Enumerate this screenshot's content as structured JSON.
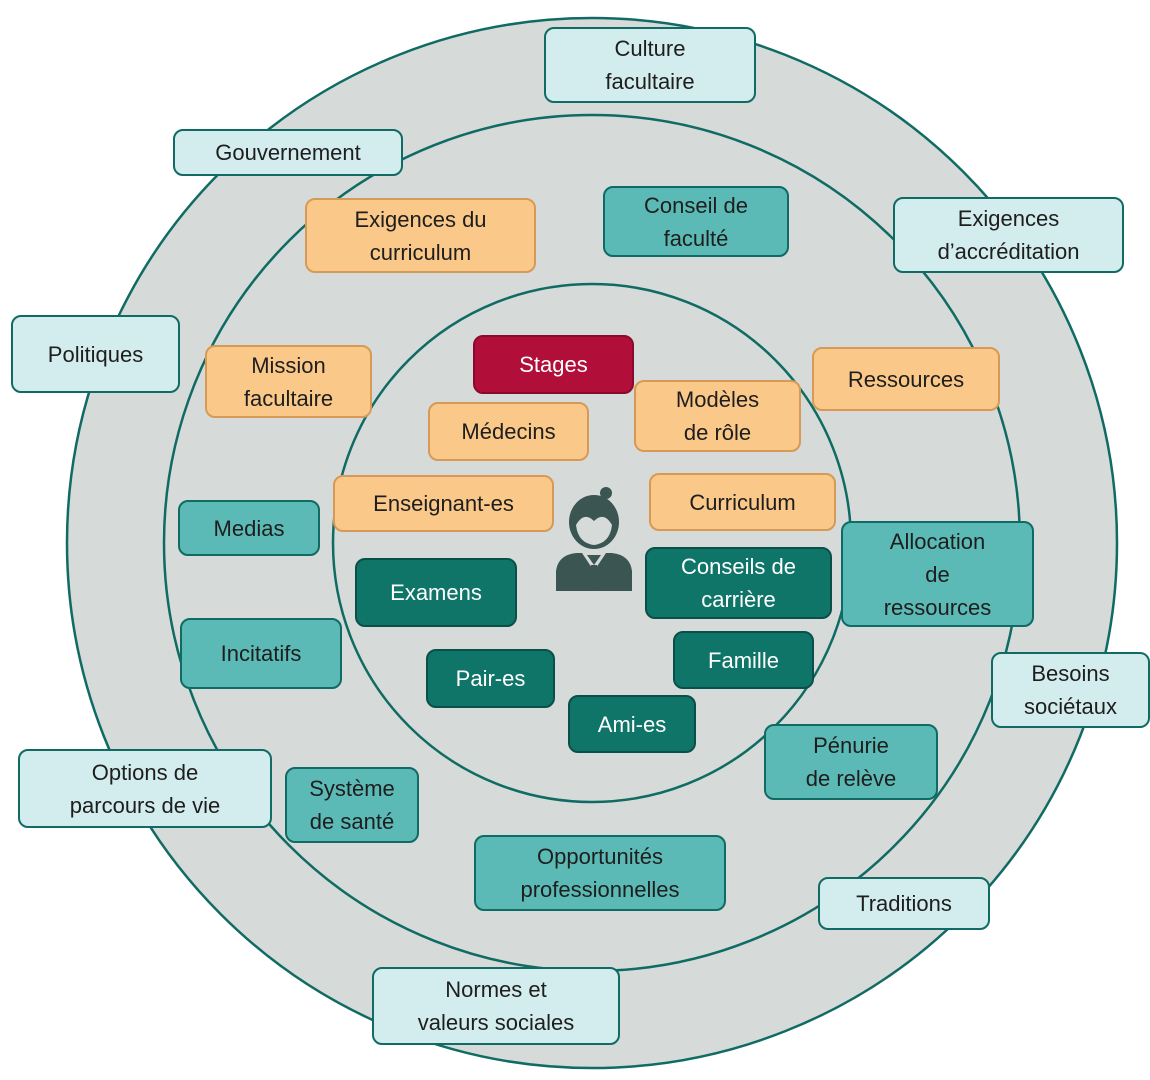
{
  "colors": {
    "outer_label_bg": "#d3eced",
    "teal_label_bg": "#5cbab6",
    "dark_teal_label_bg": "#0f7569",
    "orange_label_bg": "#fac888",
    "red_label_bg": "#b10f3a",
    "ring_fill": "#d6dbd9",
    "ring_stroke": "#0f6b63"
  },
  "center_icon": "student-icon",
  "labels": {
    "culture_facultaire": "Culture\nfacultaire",
    "gouvernement": "Gouvernement",
    "exigences_accreditation": "Exigences\nd’accréditation",
    "politiques": "Politiques",
    "besoins_societaux": "Besoins\nsociétaux",
    "options_parcours": "Options de\nparcours de vie",
    "traditions": "Traditions",
    "normes_valeurs": "Normes et\nvaleurs sociales",
    "exigences_curriculum": "Exigences du\ncurriculum",
    "conseil_faculte": "Conseil de\nfaculté",
    "mission_facultaire": "Mission\nfacultaire",
    "ressources": "Ressources",
    "medias": "Medias",
    "allocation_ressources": "Allocation\nde\nressources",
    "incitatifs": "Incitatifs",
    "penurie_releve": "Pénurie\nde relève",
    "systeme_sante": "Système\nde santé",
    "opportunites": "Opportunités\nprofessionnelles",
    "stages": "Stages",
    "medecins": "Médecins",
    "modeles_role": "Modèles\nde rôle",
    "enseignants": "Enseignant-es",
    "curriculum": "Curriculum",
    "examens": "Examens",
    "conseils_carriere": "Conseils de\ncarrière",
    "famille": "Famille",
    "pair_es": "Pair-es",
    "ami_es": "Ami-es"
  }
}
